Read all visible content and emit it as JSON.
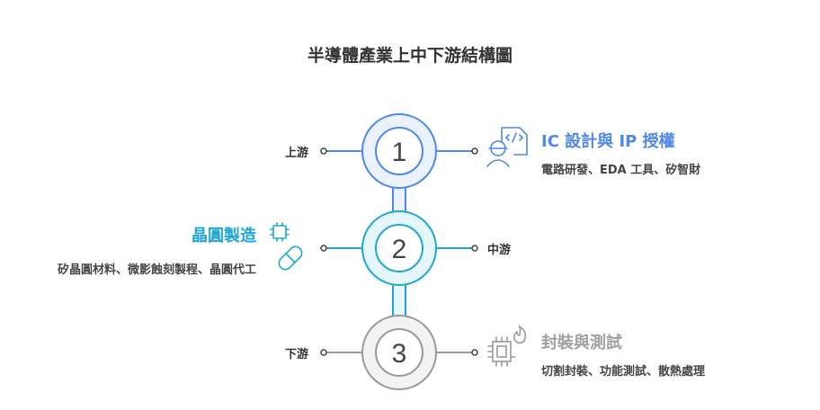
{
  "title": "半導體產業上中下游結構圖",
  "colors": {
    "blue": "#4f88e8",
    "cyan": "#1ea7d6",
    "gray": "#9a9a9a"
  },
  "stages": [
    {
      "number": "1",
      "position_label": "上游",
      "heading": "IC 設計與 IP 授權",
      "description": "電路研發、EDA 工具、矽智財",
      "icon": "engineer-code-icon"
    },
    {
      "number": "2",
      "position_label": "中游",
      "heading": "晶圓製造",
      "description": "矽晶圓材料、微影蝕刻製程、晶圓代工",
      "icon": "chip-pill-icon"
    },
    {
      "number": "3",
      "position_label": "下游",
      "heading": "封裝與測試",
      "description": "切割封裝、功能測試、散熱處理",
      "icon": "chip-heat-icon"
    }
  ]
}
